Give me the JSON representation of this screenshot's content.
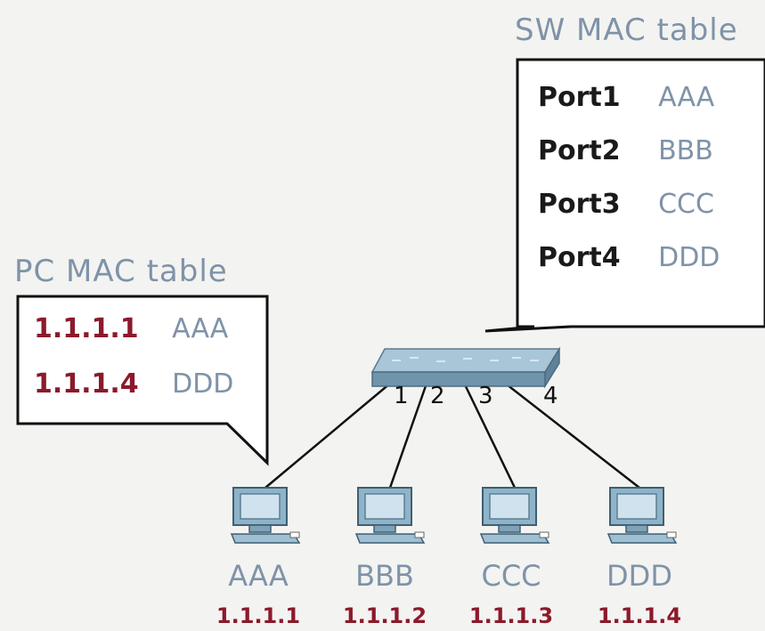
{
  "sw_table": {
    "title": "SW MAC table",
    "rows": [
      {
        "port": "Port1",
        "mac": "AAA"
      },
      {
        "port": "Port2",
        "mac": "BBB"
      },
      {
        "port": "Port3",
        "mac": "CCC"
      },
      {
        "port": "Port4",
        "mac": "DDD"
      }
    ]
  },
  "pc_table": {
    "title": "PC MAC table",
    "rows": [
      {
        "ip": "1.1.1.1",
        "mac": "AAA"
      },
      {
        "ip": "1.1.1.4",
        "mac": "DDD"
      }
    ]
  },
  "switch": {
    "ports": [
      "1",
      "2",
      "3",
      "4"
    ]
  },
  "pcs": [
    {
      "mac": "AAA",
      "ip": "1.1.1.1"
    },
    {
      "mac": "BBB",
      "ip": "1.1.1.2"
    },
    {
      "mac": "CCC",
      "ip": "1.1.1.3"
    },
    {
      "mac": "DDD",
      "ip": "1.1.1.4"
    }
  ],
  "colors": {
    "gray_text": "#7f93a8",
    "red_text": "#8b1a2b",
    "device_blue": "#8fb3c9"
  }
}
